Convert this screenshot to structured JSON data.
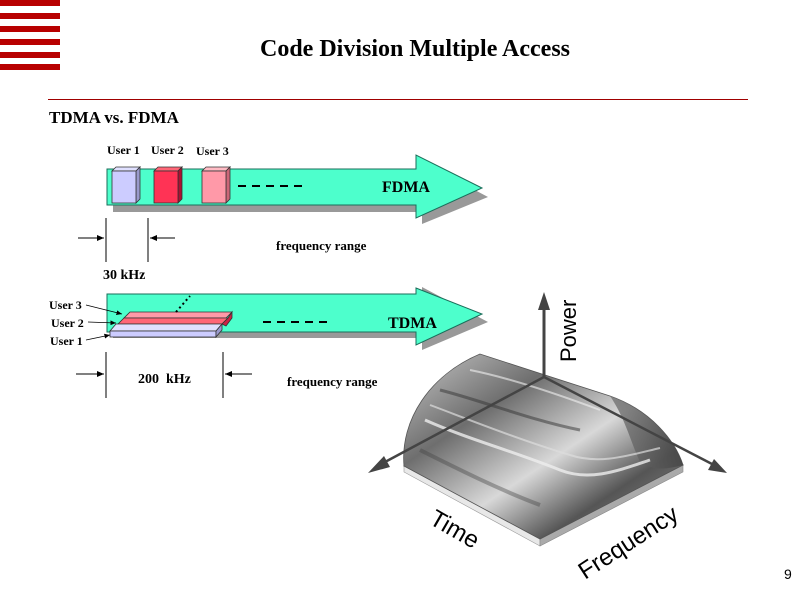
{
  "slide": {
    "title": "Code Division Multiple Access",
    "subtitle": "TDMA vs. FDMA",
    "page_number": "9",
    "colors": {
      "accent_red": "#b80000",
      "arrow_fill": "#4dffcc",
      "user1": "#ccccff",
      "user2": "#ff3355",
      "user3": "#ff99a8"
    }
  },
  "fdma": {
    "label": "FDMA",
    "users": [
      "User 1",
      "User 2",
      "User 3"
    ],
    "bandwidth_label": "30 kHz",
    "axis_label": "frequency range",
    "continuation": "- - - - -"
  },
  "tdma": {
    "label": "TDMA",
    "users": [
      "User 3",
      "User 2",
      "User 1"
    ],
    "bandwidth_label": "200  kHz",
    "axis_label": "frequency range",
    "continuation": "- - - - -"
  },
  "cdma_graphic": {
    "axes": [
      "Power",
      "Time",
      "Frequency"
    ]
  }
}
